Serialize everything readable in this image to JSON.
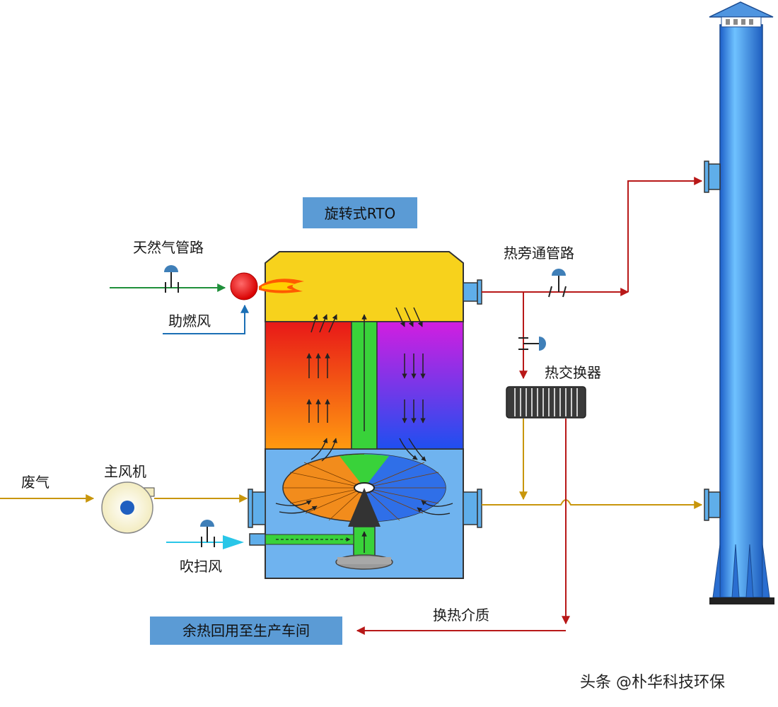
{
  "title": "旋转式RTO",
  "labels": {
    "natural_gas": "天然气管路",
    "combustion_air": "助燃风",
    "waste_gas": "废气",
    "main_fan": "主风机",
    "purge_air": "吹扫风",
    "hot_bypass": "热旁通管路",
    "heat_exchanger": "热交换器",
    "heat_medium": "换热介质",
    "heat_recovery": "余热回用至生产车间"
  },
  "watermark": "头条 @朴华科技环保",
  "colors": {
    "box_fill": "#5b9bd5",
    "chamber_top": "#f7d21c",
    "gas_line": "#1f8f3a",
    "air_line": "#1b6fb5",
    "waste_line": "#c8960c",
    "hot_line": "#b81818",
    "purge_line": "#29c6e8",
    "stack": "#2f7ee6"
  }
}
